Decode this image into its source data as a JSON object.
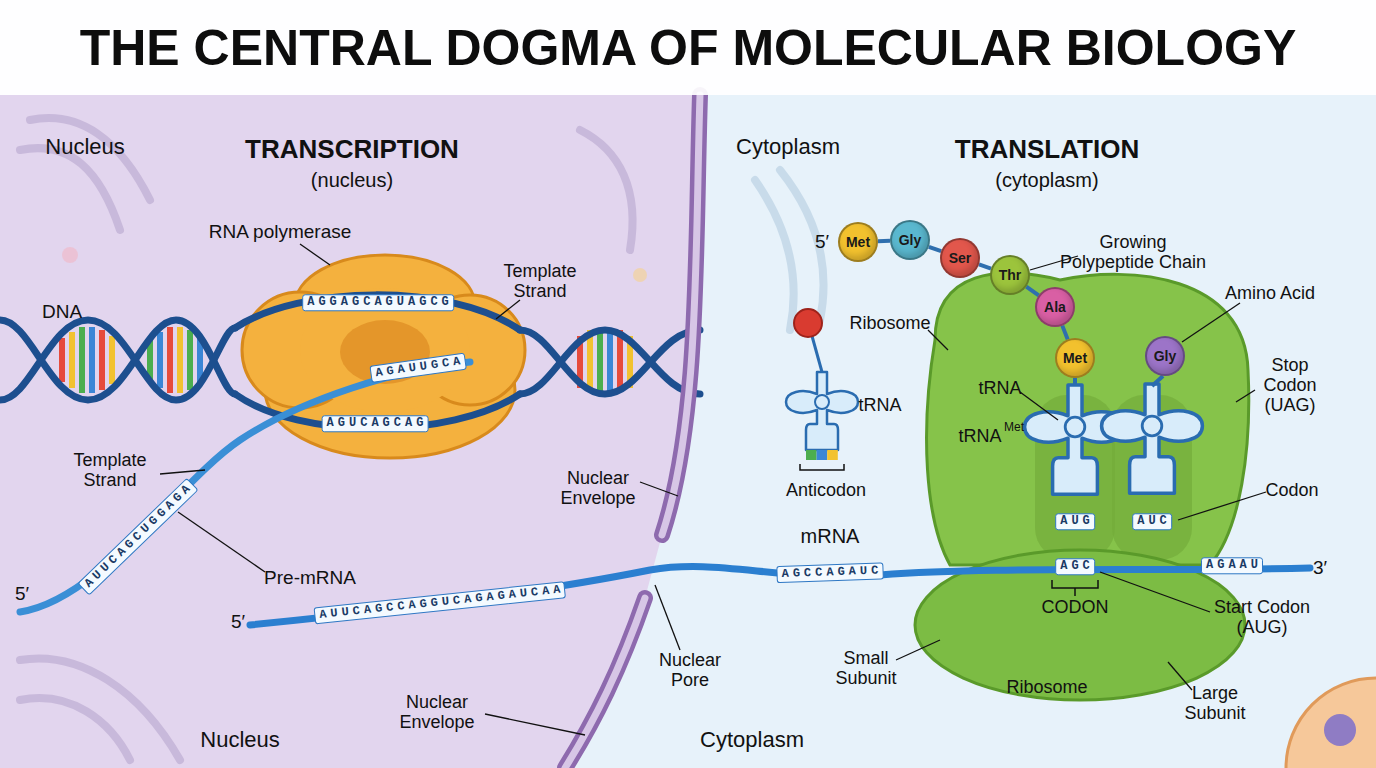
{
  "diagram": {
    "title": "THE CENTRAL DOGMA OF MOLECULAR BIOLOGY",
    "nodes": [
      {
        "text": [
          "Met"
        ]
      },
      {
        "text": [
          "Gly"
        ]
      },
      {
        "text": [
          "Ser"
        ]
      },
      {
        "text": [
          "Thr"
        ]
      },
      {
        "text": [
          "Ala"
        ]
      },
      {
        "text": [
          "Met"
        ]
      },
      {
        "text": [
          "Gly"
        ]
      }
    ],
    "edges": [
      {
        "from": 0,
        "to": 1,
        "arrow": "none"
      },
      {
        "from": 1,
        "to": 2,
        "arrow": "none"
      },
      {
        "from": 2,
        "to": 3,
        "arrow": "none"
      },
      {
        "from": 3,
        "to": 4,
        "arrow": "none"
      },
      {
        "from": 4,
        "to": 5,
        "arrow": "none"
      }
    ],
    "labels": [
      "Nucleus",
      "TRANSCRIPTION",
      "(nucleus)",
      "Cytoplasm",
      "TRANSLATION",
      "(cytoplasm)",
      "RNA polymerase",
      "Template Strand",
      "DNA",
      "Template Strand",
      "Pre-mRNA",
      "5′",
      "5′",
      "Nuclear Envelope",
      "Nuclear Pore",
      "Nuclear Envelope",
      "Nucleus",
      "Cytoplasm",
      "mRNA",
      "5′",
      "Growing Polypeptide Chain",
      "Amino Acid",
      "Ribosome",
      "tRNA",
      "Anticodon",
      "tRNA",
      "tRNA",
      "Met",
      "Stop Codon (UAG)",
      "Codon",
      "CODON",
      "Start Codon (AUG)",
      "Small Subunit",
      "Ribosome",
      "Large Subunit",
      "3′",
      "AGGAGCAGUAGCG",
      "AGAUUGCA",
      "AGUCAGCAG",
      "AUUCAGCUGGAGA",
      "AUUCAGCCAGGUCAGAGAUCAA",
      "AGCCAGAUC",
      "AUG",
      "AGC",
      "AUC",
      "AGAAU"
    ]
  }
}
